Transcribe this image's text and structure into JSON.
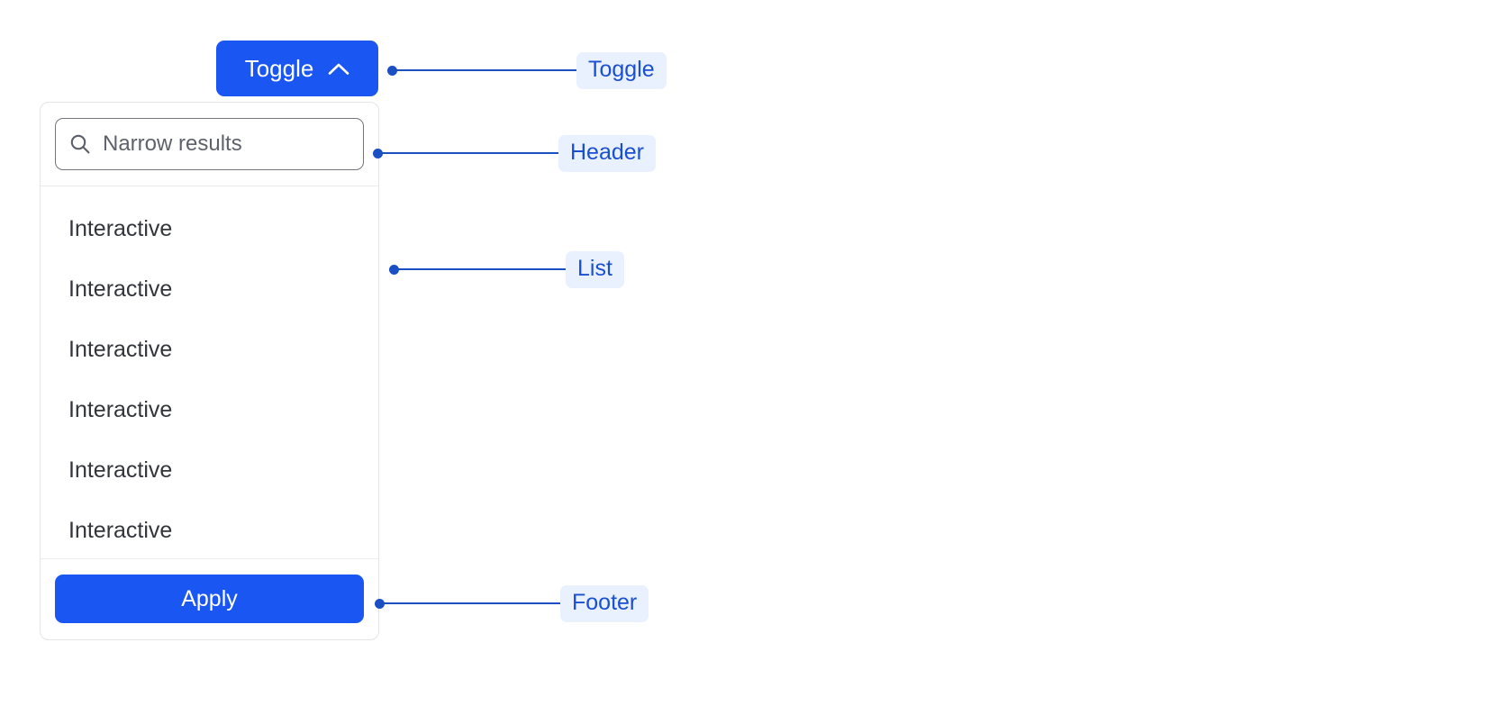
{
  "toggle": {
    "label": "Toggle",
    "icon": "chevron-up-icon",
    "background": "#1a56f2",
    "text_color": "#ffffff",
    "expanded": true
  },
  "panel": {
    "header": {
      "search": {
        "icon": "search-icon",
        "placeholder": "Narrow results",
        "value": ""
      }
    },
    "list": {
      "items": [
        {
          "label": "Interactive"
        },
        {
          "label": "Interactive"
        },
        {
          "label": "Interactive"
        },
        {
          "label": "Interactive"
        },
        {
          "label": "Interactive"
        },
        {
          "label": "Interactive"
        }
      ]
    },
    "footer": {
      "apply_label": "Apply",
      "apply_background": "#1a56f2"
    }
  },
  "annotations": {
    "accent_line": "#1b4fc4",
    "chip_background": "#eaf1fe",
    "chip_text": "#1a4fd0",
    "items": [
      {
        "label": "Toggle"
      },
      {
        "label": "Header"
      },
      {
        "label": "List"
      },
      {
        "label": "Footer"
      }
    ]
  }
}
